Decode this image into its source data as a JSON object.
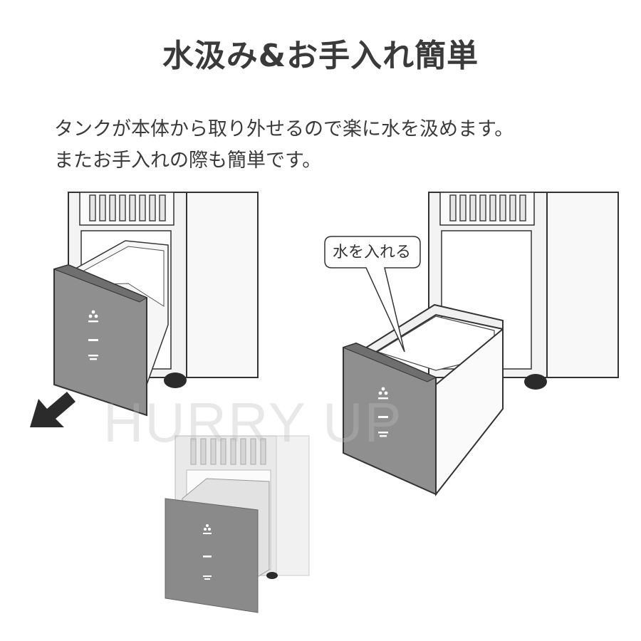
{
  "heading": {
    "title": "水汲み&お手入れ簡単"
  },
  "description": {
    "line1": "タンクが本体から取り外せるので楽に水を汲めます。",
    "line2": "またお手入れの際も簡単です。"
  },
  "callout": {
    "label": "水を入れる"
  },
  "watermark": {
    "text": "HURRY UP"
  },
  "colors": {
    "panel": "#8f8f8f",
    "panel_dark": "#6f6f6f",
    "body": "#f2f2f2",
    "outline": "#333333",
    "arrow": "#2b2b2b"
  },
  "icons": [
    "arrow-pull-out-icon",
    "wind-icon",
    "timer-icon",
    "power-icon"
  ]
}
